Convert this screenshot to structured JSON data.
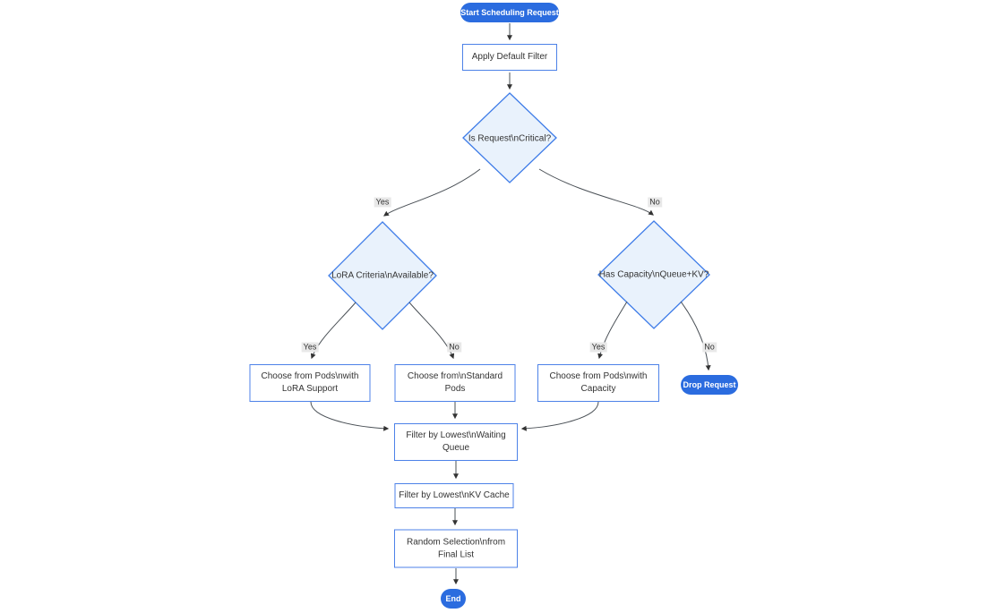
{
  "diagram": {
    "nodes": {
      "start": {
        "label": "Start Scheduling Request"
      },
      "apply_default_filter": {
        "label": "Apply Default Filter"
      },
      "is_request_critical": {
        "label": "Is Request\\nCritical?"
      },
      "lora_criteria_available": {
        "label": "LoRA Criteria\\nAvailable?"
      },
      "has_capacity_queue_kv": {
        "label": "Has Capacity\\nQueue+KV?"
      },
      "choose_pods_lora": {
        "label": "Choose from Pods\\nwith LoRA Support"
      },
      "choose_standard_pods": {
        "label": "Choose from\\nStandard Pods"
      },
      "choose_pods_capacity": {
        "label": "Choose from Pods\\nwith Capacity"
      },
      "drop_request": {
        "label": "Drop Request"
      },
      "filter_waiting_queue": {
        "label": "Filter by Lowest\\nWaiting Queue"
      },
      "filter_kv_cache": {
        "label": "Filter by Lowest\\nKV Cache"
      },
      "random_selection": {
        "label": "Random Selection\\nfrom Final List"
      },
      "end": {
        "label": "End"
      }
    },
    "edge_labels": {
      "critical_yes": "Yes",
      "critical_no": "No",
      "lora_yes": "Yes",
      "lora_no": "No",
      "capacity_yes": "Yes",
      "capacity_no": "No"
    },
    "colors": {
      "accent_fill": "#2b6cdf",
      "accent_text": "#ffffff",
      "rect_border": "#4d82e8",
      "rect_fill": "#ffffff",
      "diamond_fill": "#e9f2fc",
      "diamond_border": "#3e7ce8",
      "edge_line": "#4a5056",
      "arrowhead": "#333333",
      "label_bg": "#e8e8e8",
      "text": "#333333"
    }
  }
}
